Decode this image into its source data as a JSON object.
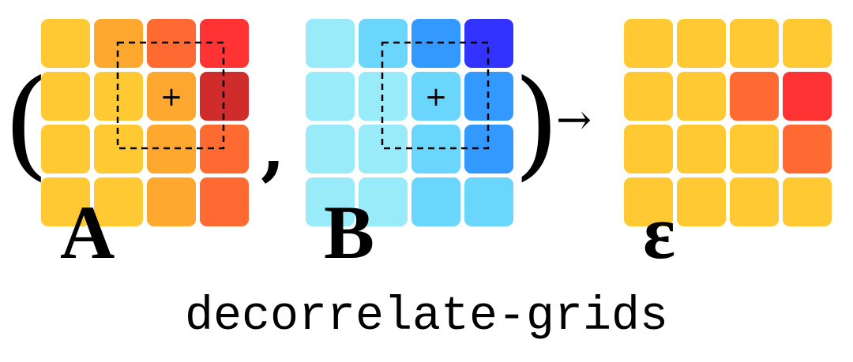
{
  "palette": {
    "yellow": "#ffc933",
    "light_orange": "#ffa82f",
    "orange": "#ff6a33",
    "red": "#ff3333",
    "dark_red": "#d12c2c",
    "cyan_pale": "#9aebfa",
    "cyan_light": "#6ad6fb",
    "blue_mid": "#3399ff",
    "blue_deep": "#3333ff"
  },
  "grids": [
    {
      "id": "A",
      "label": "A",
      "cells": [
        [
          "yellow",
          "light_orange",
          "orange",
          "red"
        ],
        [
          "yellow",
          "yellow",
          "light_orange",
          "dark_red"
        ],
        [
          "yellow",
          "yellow",
          "light_orange",
          "orange"
        ],
        [
          "yellow",
          "yellow",
          "light_orange",
          "orange"
        ]
      ],
      "window": true,
      "center_marker": "+"
    },
    {
      "id": "B",
      "label": "B",
      "cells": [
        [
          "cyan_pale",
          "cyan_light",
          "blue_mid",
          "blue_deep"
        ],
        [
          "cyan_pale",
          "cyan_pale",
          "cyan_light",
          "blue_mid"
        ],
        [
          "cyan_pale",
          "cyan_pale",
          "cyan_light",
          "blue_mid"
        ],
        [
          "cyan_pale",
          "cyan_pale",
          "cyan_light",
          "cyan_light"
        ]
      ],
      "window": true,
      "center_marker": "+"
    },
    {
      "id": "epsilon",
      "label": "ε",
      "cells": [
        [
          "yellow",
          "yellow",
          "yellow",
          "yellow"
        ],
        [
          "yellow",
          "yellow",
          "orange",
          "red"
        ],
        [
          "yellow",
          "yellow",
          "yellow",
          "orange"
        ],
        [
          "yellow",
          "yellow",
          "yellow",
          "yellow"
        ]
      ],
      "window": false,
      "center_marker": ""
    }
  ],
  "symbols": {
    "open_paren": "(",
    "comma": ",",
    "close_paren": ")",
    "arrow": "→"
  },
  "footer": {
    "label": "decorrelate-grids"
  }
}
